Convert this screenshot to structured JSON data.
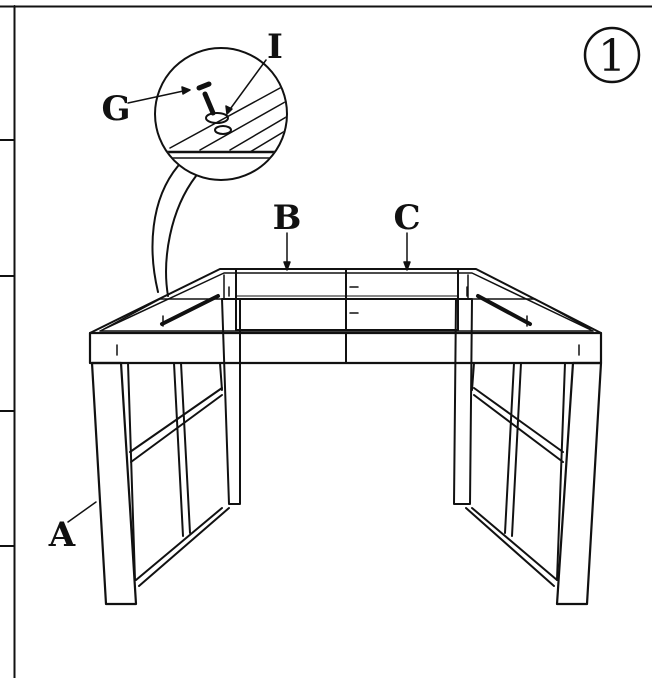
{
  "step": {
    "number": "1"
  },
  "callouts": {
    "A": "A",
    "B": "B",
    "C": "C",
    "G": "G",
    "I": "I"
  },
  "colors": {
    "line": "#111111",
    "paper": "#ffffff"
  }
}
